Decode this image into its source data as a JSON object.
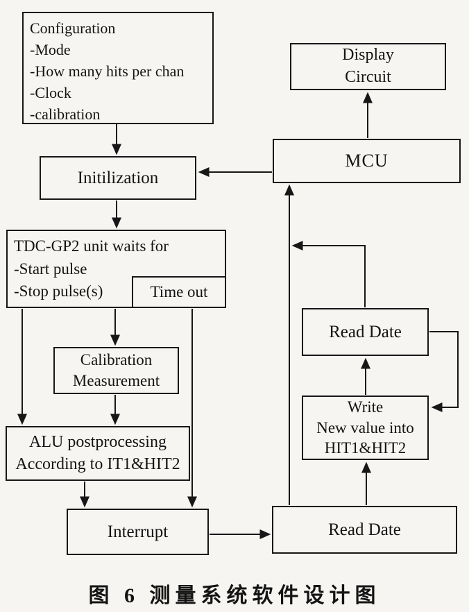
{
  "figure": {
    "caption": "图 6  测量系统软件设计图"
  },
  "colors": {
    "paper": "#f6f5f1",
    "ink": "#171717"
  },
  "nodes": {
    "configuration": {
      "lines": [
        "Configuration",
        "-Mode",
        "-How many hits per chan",
        "-Clock",
        "-calibration"
      ]
    },
    "display_circuit": {
      "lines": [
        "Display",
        "Circuit"
      ]
    },
    "initilization": {
      "label": "Initilization"
    },
    "mcu": {
      "label": "MCU"
    },
    "tdc_gp2_wait": {
      "lines": [
        "TDC-GP2 unit waits for",
        "-Start pulse",
        "-Stop pulse(s)"
      ]
    },
    "time_out": {
      "label": "Time out"
    },
    "calibration_measurement": {
      "lines": [
        "Calibration",
        "Measurement"
      ]
    },
    "alu_postprocessing": {
      "lines": [
        "ALU postprocessing",
        "According to IT1&HIT2"
      ]
    },
    "interrupt": {
      "label": "Interrupt"
    },
    "read_date_upper": {
      "label": "Read Date"
    },
    "write_new_value": {
      "lines": [
        "Write",
        "New value into",
        "HIT1&HIT2"
      ]
    },
    "read_date_lower": {
      "label": "Read Date"
    }
  }
}
